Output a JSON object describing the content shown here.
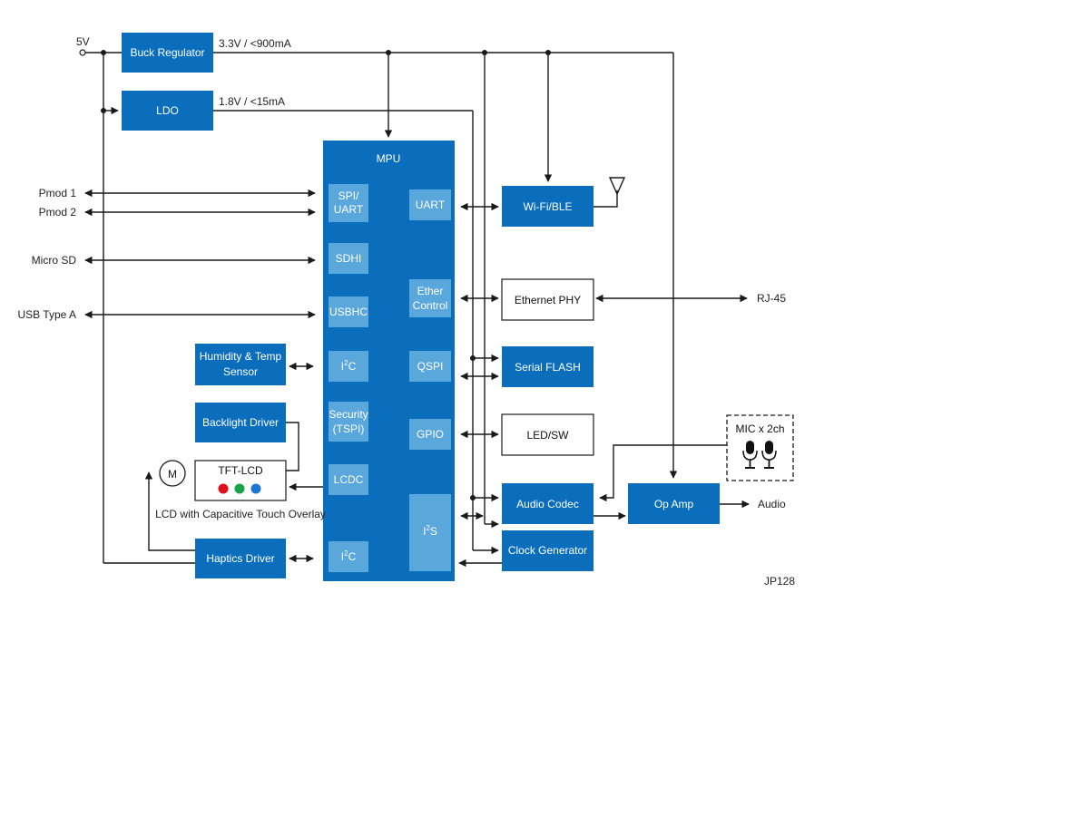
{
  "colors": {
    "block": "#0a6ebd",
    "port": "#5aa7dc",
    "line": "#1a1a1a",
    "red": "#e0101a",
    "green": "#16a34a",
    "blue": "#1976d2",
    "white": "#ffffff"
  },
  "labels": {
    "v5": "5V",
    "buck": "Buck Regulator",
    "rail33": "3.3V / <900mA",
    "ldo": "LDO",
    "rail18": "1.8V / <15mA",
    "mpu": "MPU",
    "pmod1": "Pmod 1",
    "pmod2": "Pmod 2",
    "microsd": "Micro SD",
    "usb": "USB Type A",
    "humidity_l1": "Humidity & Temp",
    "humidity_l2": "Sensor",
    "backlight": "Backlight Driver",
    "tftlcd": "TFT-LCD",
    "motor": "M",
    "lcd_caption": "LCD with Capacitive Touch Overlay",
    "haptics": "Haptics Driver",
    "wifi": "Wi-Fi/BLE",
    "ethphy": "Ethernet PHY",
    "rj45": "RJ-45",
    "serialflash": "Serial FLASH",
    "ledsw": "LED/SW",
    "mic": "MIC x 2ch",
    "audiocodec": "Audio Codec",
    "opamp": "Op Amp",
    "audio": "Audio",
    "clockgen": "Clock Generator",
    "figure_id": "JP128"
  },
  "ports": {
    "spi_l1": "SPI/",
    "spi_l2": "UART",
    "sdhi": "SDHI",
    "usbhc": "USBHC",
    "i2c_a": "I",
    "i2c_b": "C",
    "i2c_sup": "2",
    "sec_l1": "Security",
    "sec_l2": "(TSPI)",
    "lcdc": "LCDC",
    "uart": "UART",
    "ether_l1": "Ether",
    "ether_l2": "Control",
    "qspi": "QSPI",
    "gpio": "GPIO",
    "i2s_a": "I",
    "i2s_b": "S",
    "i2s_sup": "2"
  }
}
